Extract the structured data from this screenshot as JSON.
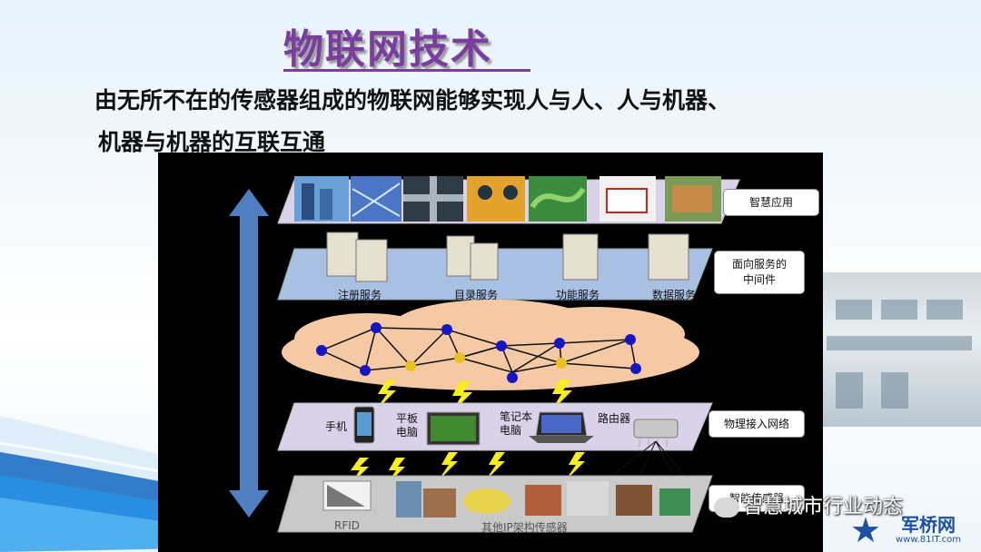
{
  "slide": {
    "title": "物联网技术",
    "subtitle_line1": "由无所不在的传感器组成的物联网能够实现人与人、人与机器、",
    "subtitle_line2": "机器与机器的互联互通"
  },
  "diagram": {
    "layers": [
      {
        "name": "智慧应用"
      },
      {
        "name": "面向服务的\n中间件"
      },
      {
        "name": "物理接入网络"
      },
      {
        "name": "智能传感器"
      }
    ],
    "middleware_labels": [
      "注册服务",
      "目录服务",
      "功能服务",
      "数据服务"
    ],
    "devices": [
      {
        "label": "手机"
      },
      {
        "label": "平板\n电脑"
      },
      {
        "label": "笔记本\n电脑"
      },
      {
        "label": "路由器"
      }
    ],
    "sensor_labels": [
      "RFID",
      "其他IP架构传感器"
    ]
  },
  "watermark": {
    "text": "智慧城市行业动态"
  },
  "logo": {
    "text": "军桥网",
    "url": "www.81IT.com"
  }
}
